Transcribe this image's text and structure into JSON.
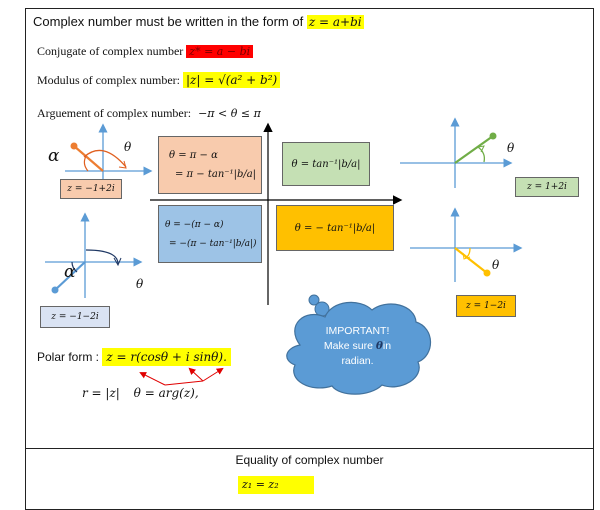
{
  "header": {
    "intro_text": "Complex number must be written in the form of",
    "intro_formula": "z = a+bi"
  },
  "lines": {
    "conjugate_label": "Conjugate of complex number",
    "conjugate_formula": "z* = a − bi",
    "modulus_label": "Modulus of complex number:",
    "modulus_formula": "|z| = √(a² + b²)",
    "argument_label": "Arguement of complex number:",
    "argument_formula": "−π < θ ≤ π"
  },
  "quadrants": {
    "q2_formula_line1": "θ = π − α",
    "q2_formula_line2": "= π − tan⁻¹|b/a|",
    "q1_formula": "θ = tan⁻¹|b/a|",
    "q3_formula_line1": "θ = −(π − α)",
    "q3_formula_line2": "= −(π − tan⁻¹|b/a|)",
    "q4_formula": "θ = − tan⁻¹|b/a|",
    "example_q2": "z = −1+2i",
    "example_q1": "z = 1+2i",
    "example_q3": "z = −1−2i",
    "example_q4": "z = 1−2i",
    "alpha_symbol": "α",
    "theta_symbol": "θ"
  },
  "callout": {
    "line1": "IMPORTANT!",
    "line2a": "Make sure",
    "line2_symbol": "θ",
    "line2b": "in",
    "line3": "radian."
  },
  "polar": {
    "label": "Polar form :",
    "formula": "z = r(cosθ + i sinθ).",
    "r_def": "r = |z|",
    "theta_def": "θ = arg(z),"
  },
  "equality": {
    "title": "Equality of complex number",
    "formula": "z₁ = z₂"
  },
  "colors": {
    "highlight_yellow": "#ffff00",
    "highlight_red": "#ff0000",
    "salmon": "#f8cbad",
    "green": "#c5e0b4",
    "blue": "#9dc3e6",
    "orange": "#ffc000",
    "light_blue": "#dae3f3",
    "cloud": "#5b9bd5"
  }
}
